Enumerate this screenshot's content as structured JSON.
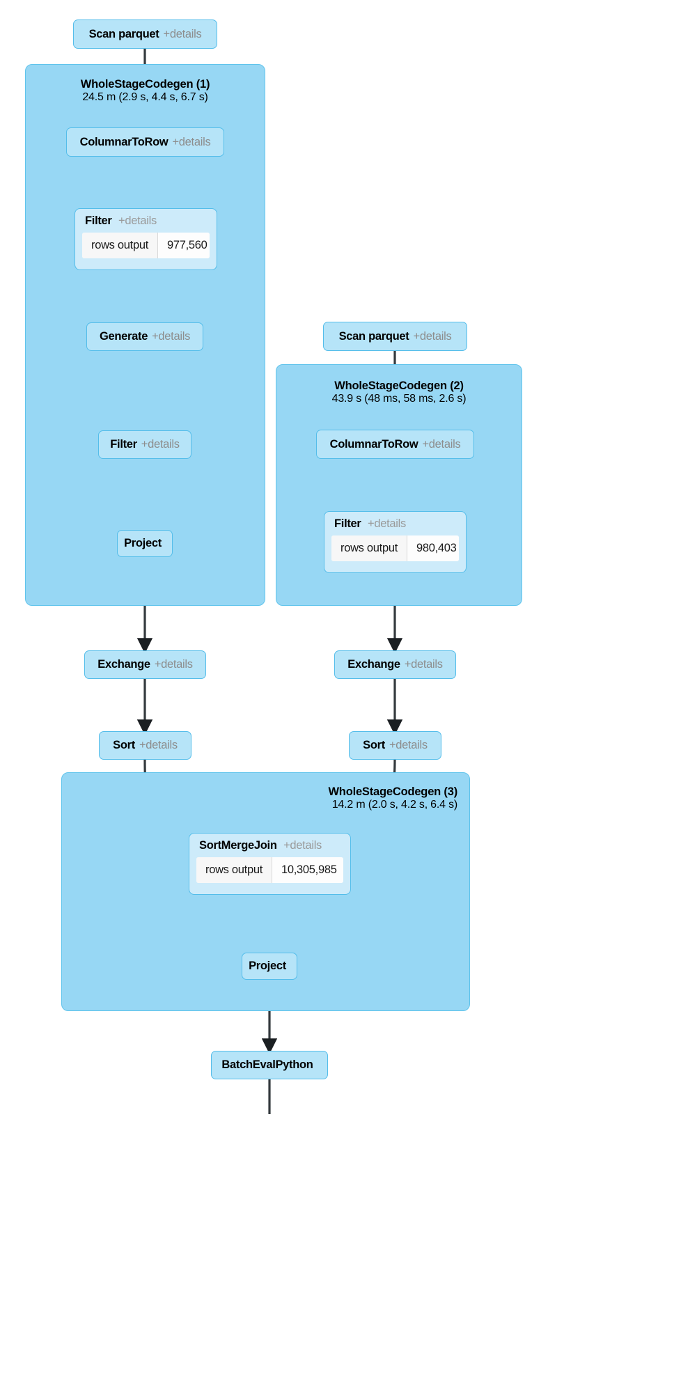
{
  "diagram": {
    "title": "Spark SQL query plan DAG",
    "colors": {
      "cluster_fill": "#97D7F4",
      "cluster_stroke": "#60c4ec",
      "node_fill": "#B6E4F8",
      "node_metric_fill": "#CDEBFA",
      "node_stroke": "#54bdea",
      "edge": "#33393d",
      "details_text": "#8d8d8d",
      "label_text": "#000000",
      "metric_table_bg": "#fbfbfb"
    },
    "details_label": "+details"
  },
  "clusters": [
    {
      "id": "wsc1",
      "title": "WholeStageCodegen (1)",
      "metric": "24.5 m (2.9 s, 4.4 s, 6.7 s)"
    },
    {
      "id": "wsc2",
      "title": "WholeStageCodegen (2)",
      "metric": "43.9 s (48 ms, 58 ms, 2.6 s)"
    },
    {
      "id": "wsc3",
      "title": "WholeStageCodegen (3)",
      "metric": "14.2 m (2.0 s, 4.2 s, 6.4 s)"
    }
  ],
  "nodes": {
    "scan_left": {
      "name": "Scan parquet",
      "details": "+details"
    },
    "c2r_left": {
      "name": "ColumnarToRow",
      "details": "+details"
    },
    "filter_left": {
      "name": "Filter",
      "details": "+details",
      "metric_key": "rows output",
      "metric_value": "977,560"
    },
    "generate_left": {
      "name": "Generate",
      "details": "+details"
    },
    "filter2_left": {
      "name": "Filter",
      "details": "+details"
    },
    "project_left": {
      "name": "Project",
      "details": ""
    },
    "exchange_left": {
      "name": "Exchange",
      "details": "+details"
    },
    "sort_left": {
      "name": "Sort",
      "details": "+details"
    },
    "scan_right": {
      "name": "Scan parquet",
      "details": "+details"
    },
    "c2r_right": {
      "name": "ColumnarToRow",
      "details": "+details"
    },
    "filter_right": {
      "name": "Filter",
      "details": "+details",
      "metric_key": "rows output",
      "metric_value": "980,403"
    },
    "exchange_right": {
      "name": "Exchange",
      "details": "+details"
    },
    "sort_right": {
      "name": "Sort",
      "details": "+details"
    },
    "smj": {
      "name": "SortMergeJoin",
      "details": "+details",
      "metric_key": "rows output",
      "metric_value": "10,305,985"
    },
    "project_join": {
      "name": "Project",
      "details": ""
    },
    "batcheval": {
      "name": "BatchEvalPython",
      "details": ""
    }
  }
}
